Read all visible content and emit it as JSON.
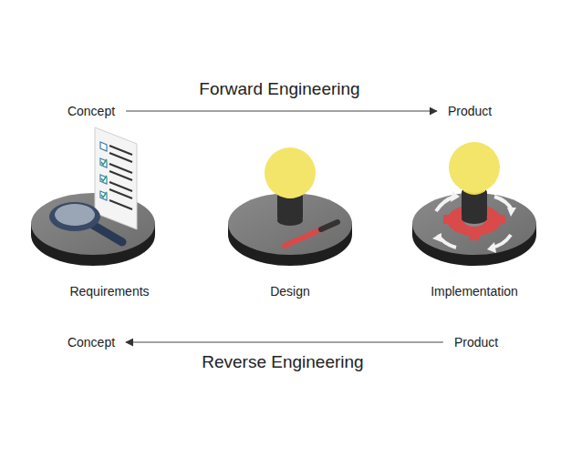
{
  "diagram": {
    "nodes": [
      {
        "text": [
          "Concept"
        ]
      },
      {
        "text": [
          "Product"
        ]
      },
      {
        "text": [
          "Requirements"
        ]
      },
      {
        "text": [
          "Design"
        ]
      },
      {
        "text": [
          "Implementation"
        ]
      },
      {
        "text": [
          "Concept"
        ]
      },
      {
        "text": [
          "Product"
        ]
      }
    ],
    "edges": [
      {
        "from": 0,
        "to": 1,
        "arrow": "to",
        "label": "Forward Engineering"
      },
      {
        "from": 6,
        "to": 5,
        "arrow": "to",
        "label": "Reverse Engineering"
      }
    ]
  }
}
